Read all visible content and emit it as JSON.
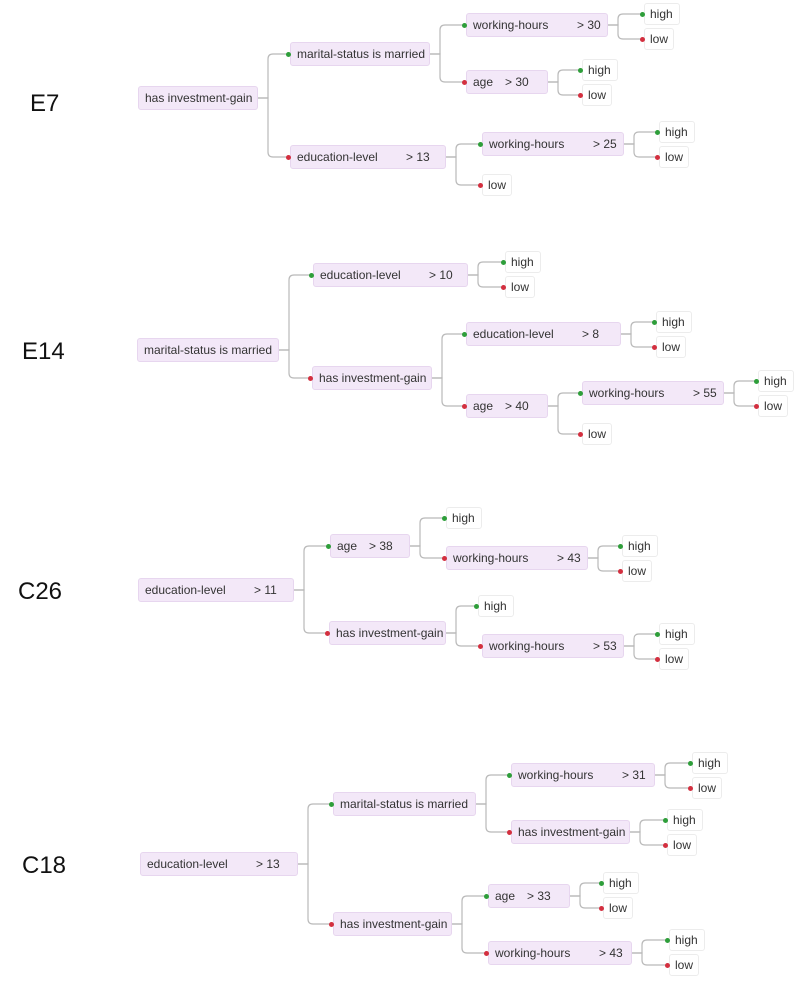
{
  "trees": [
    {
      "label": "E7",
      "root": {
        "feature": "has investment-gain",
        "threshold": "",
        "true": {
          "feature": "marital-status is married",
          "threshold": "",
          "true": {
            "feature": "working-hours",
            "threshold": "> 30",
            "true": {
              "leaf": "high"
            },
            "false": {
              "leaf": "low"
            }
          },
          "false": {
            "feature": "age",
            "threshold": "> 30",
            "true": {
              "leaf": "high"
            },
            "false": {
              "leaf": "low"
            }
          }
        },
        "false": {
          "feature": "education-level",
          "threshold": "> 13",
          "true": {
            "feature": "working-hours",
            "threshold": "> 25",
            "true": {
              "leaf": "high"
            },
            "false": {
              "leaf": "low"
            }
          },
          "false": {
            "leaf": "low"
          }
        }
      }
    },
    {
      "label": "E14",
      "root": {
        "feature": "marital-status is married",
        "threshold": "",
        "true": {
          "feature": "education-level",
          "threshold": "> 10",
          "true": {
            "leaf": "high"
          },
          "false": {
            "leaf": "low"
          }
        },
        "false": {
          "feature": "has investment-gain",
          "threshold": "",
          "true": {
            "feature": "education-level",
            "threshold": "> 8",
            "true": {
              "leaf": "high"
            },
            "false": {
              "leaf": "low"
            }
          },
          "false": {
            "feature": "age",
            "threshold": "> 40",
            "true": {
              "feature": "working-hours",
              "threshold": "> 55",
              "true": {
                "leaf": "high"
              },
              "false": {
                "leaf": "low"
              }
            },
            "false": {
              "leaf": "low"
            }
          }
        }
      }
    },
    {
      "label": "C26",
      "root": {
        "feature": "education-level",
        "threshold": "> 11",
        "true": {
          "feature": "age",
          "threshold": "> 38",
          "true": {
            "leaf": "high"
          },
          "false": {
            "feature": "working-hours",
            "threshold": "> 43",
            "true": {
              "leaf": "high"
            },
            "false": {
              "leaf": "low"
            }
          }
        },
        "false": {
          "feature": "has investment-gain",
          "threshold": "",
          "true": {
            "leaf": "high"
          },
          "false": {
            "feature": "working-hours",
            "threshold": "> 53",
            "true": {
              "leaf": "high"
            },
            "false": {
              "leaf": "low"
            }
          }
        }
      }
    },
    {
      "label": "C18",
      "root": {
        "feature": "education-level",
        "threshold": "> 13",
        "true": {
          "feature": "marital-status is married",
          "threshold": "",
          "true": {
            "feature": "working-hours",
            "threshold": "> 31",
            "true": {
              "leaf": "high"
            },
            "false": {
              "leaf": "low"
            }
          },
          "false": {
            "feature": "has investment-gain",
            "threshold": "",
            "true": {
              "leaf": "high"
            },
            "false": {
              "leaf": "low"
            }
          }
        },
        "false": {
          "feature": "has investment-gain",
          "threshold": "",
          "true": {
            "feature": "age",
            "threshold": "> 33",
            "true": {
              "leaf": "high"
            },
            "false": {
              "leaf": "low"
            }
          },
          "false": {
            "feature": "working-hours",
            "threshold": "> 43",
            "true": {
              "leaf": "high"
            },
            "false": {
              "leaf": "low"
            }
          }
        }
      }
    }
  ],
  "colors": {
    "true_branch": "#2e9e3a",
    "false_branch": "#d32f3f",
    "node_fill": "#f3e8f8",
    "edge": "#b9b9b9"
  }
}
